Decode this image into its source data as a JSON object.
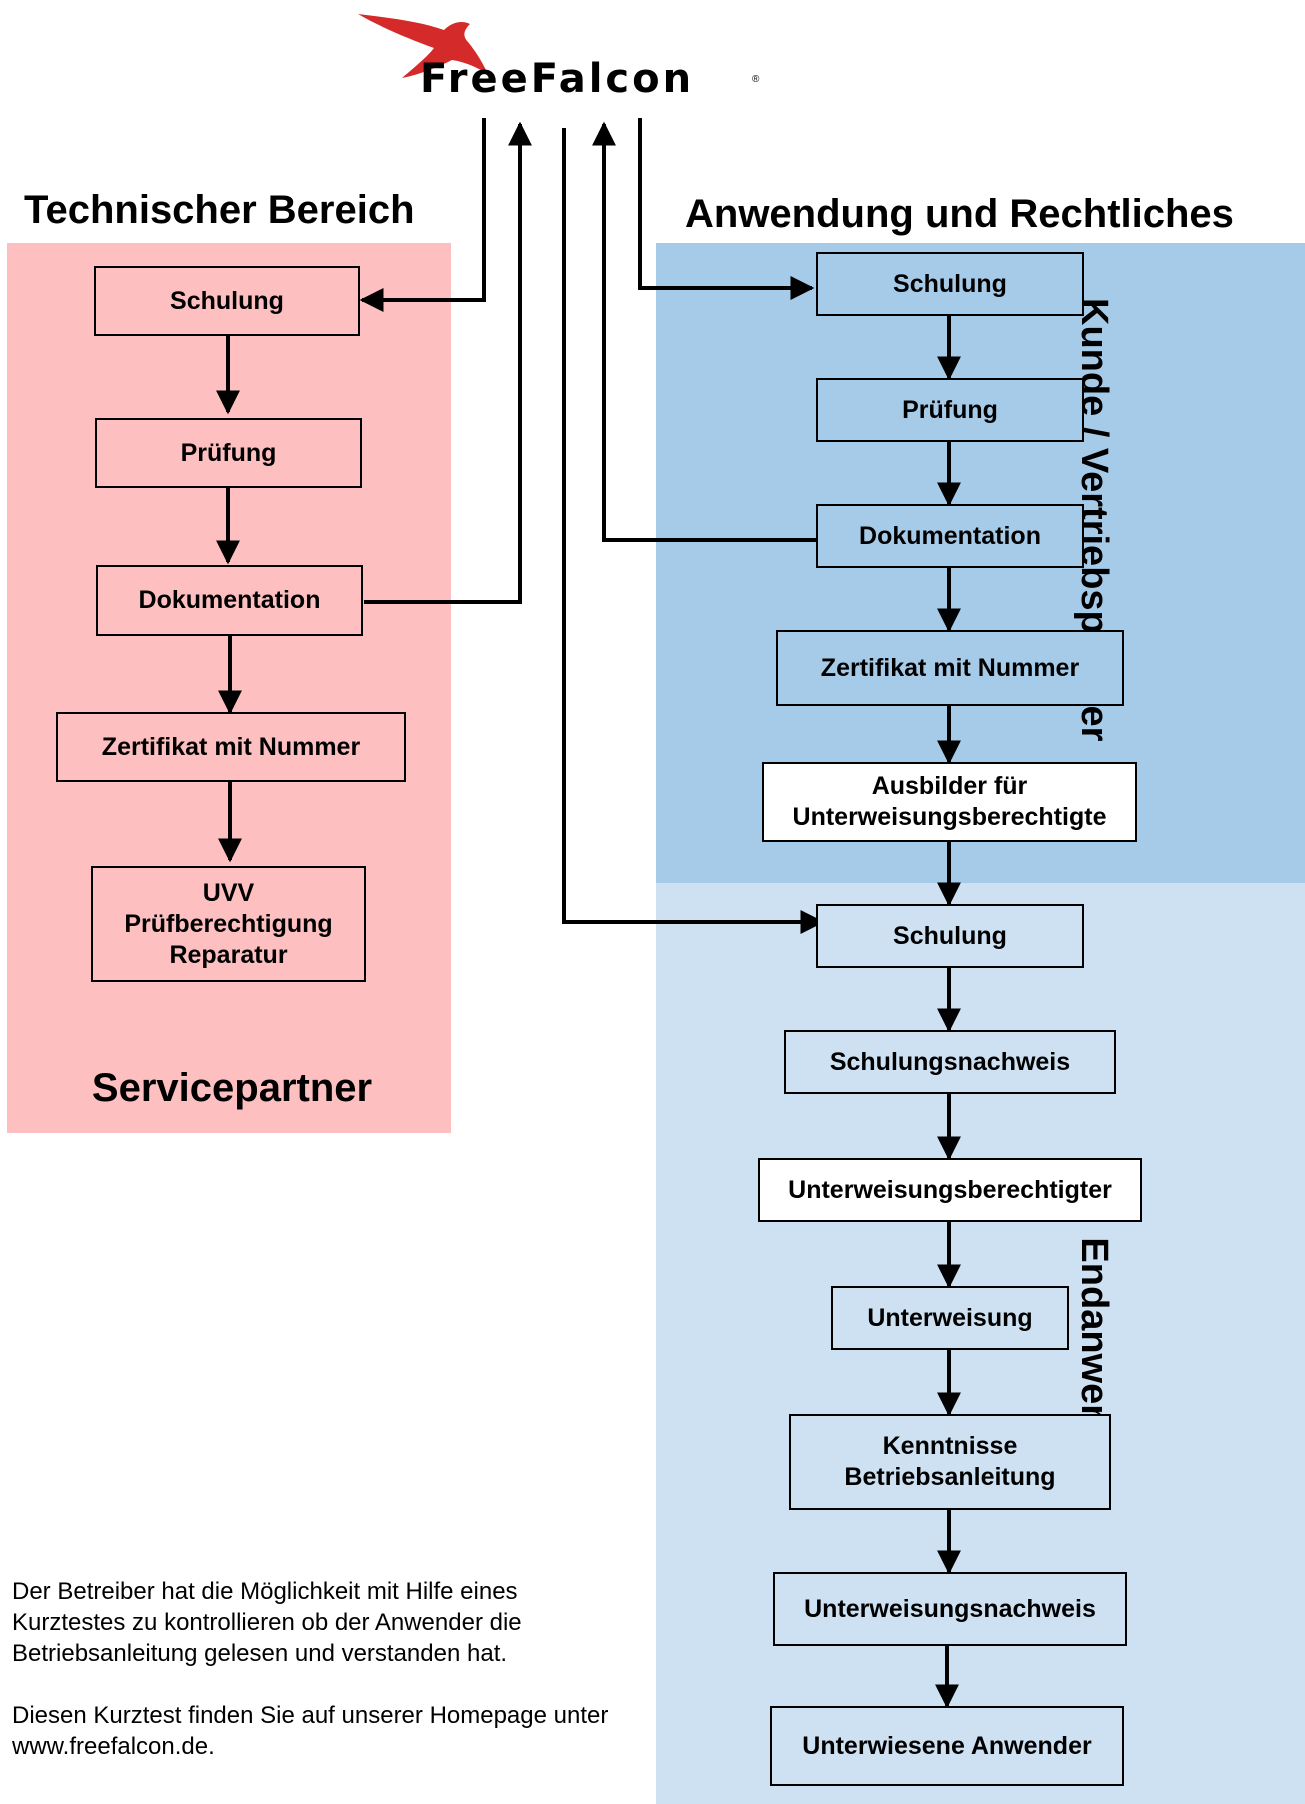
{
  "logo": {
    "text": "FreeFalcon",
    "registered_mark": "®",
    "icon": "falcon-bird-icon",
    "colors": {
      "bird": "#d42a2a"
    }
  },
  "headings": {
    "technical": "Technischer Bereich",
    "application": "Anwendung und Rechtliches",
    "servicepartner": "Servicepartner",
    "customer_side": "Kunde / Vertriebspartner",
    "enduser_side": "Endanwender"
  },
  "technical_flow": [
    "Schulung",
    "Prüfung",
    "Dokumentation",
    "Zertifikat mit Nummer",
    "UVV\nPrüfberechtigung\nReparatur"
  ],
  "customer_flow": [
    "Schulung",
    "Prüfung",
    "Dokumentation",
    "Zertifikat mit Nummer",
    "Ausbilder für\nUnterweisungsberechtigte"
  ],
  "enduser_flow": [
    "Schulung",
    "Schulungsnachweis",
    "Unterweisungsberechtigter",
    "Unterweisung",
    "Kenntnisse\nBetriebsanleitung",
    "Unterweisungsnachweis",
    "Unterwiesene Anwender"
  ],
  "notes": {
    "paragraph_1": "Der Betreiber hat die Möglichkeit mit Hilfe eines Kurztestes zu kontrollieren ob der Anwender die Betriebsanleitung gelesen und verstanden hat.",
    "paragraph_2": "Diesen Kurztest finden Sie auf unserer Homepage unter www.freefalcon.de."
  },
  "colors": {
    "technical_region": "#fdbfbf",
    "customer_region": "#a6cbe9",
    "enduser_region": "#cde1f2"
  }
}
